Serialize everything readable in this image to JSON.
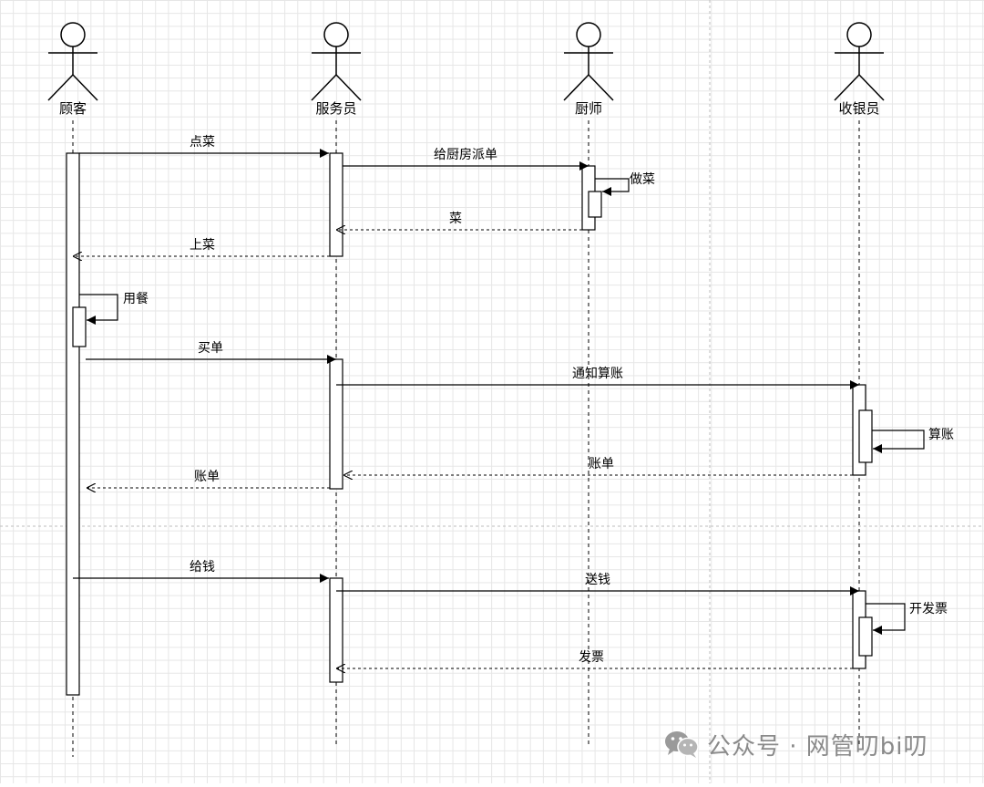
{
  "actors": [
    {
      "id": "customer",
      "label": "顾客"
    },
    {
      "id": "waiter",
      "label": "服务员"
    },
    {
      "id": "chef",
      "label": "厨师"
    },
    {
      "id": "cashier",
      "label": "收银员"
    }
  ],
  "messages": [
    {
      "id": "order",
      "label": "点菜"
    },
    {
      "id": "send-kitchen",
      "label": "给厨房派单"
    },
    {
      "id": "cook",
      "label": "做菜"
    },
    {
      "id": "dish",
      "label": "菜"
    },
    {
      "id": "serve",
      "label": "上菜"
    },
    {
      "id": "eat",
      "label": "用餐"
    },
    {
      "id": "pay-request",
      "label": "买单"
    },
    {
      "id": "notify-checkout",
      "label": "通知算账"
    },
    {
      "id": "calculate",
      "label": "算账"
    },
    {
      "id": "bill-to-waiter",
      "label": "账单"
    },
    {
      "id": "bill-to-customer",
      "label": "账单"
    },
    {
      "id": "give-money",
      "label": "给钱"
    },
    {
      "id": "send-money",
      "label": "送钱"
    },
    {
      "id": "issue-invoice",
      "label": "开发票"
    },
    {
      "id": "invoice",
      "label": "发票"
    }
  ],
  "watermark": {
    "text": "公众号 · 网管叨bi叨",
    "icon": "wechat-icon"
  }
}
